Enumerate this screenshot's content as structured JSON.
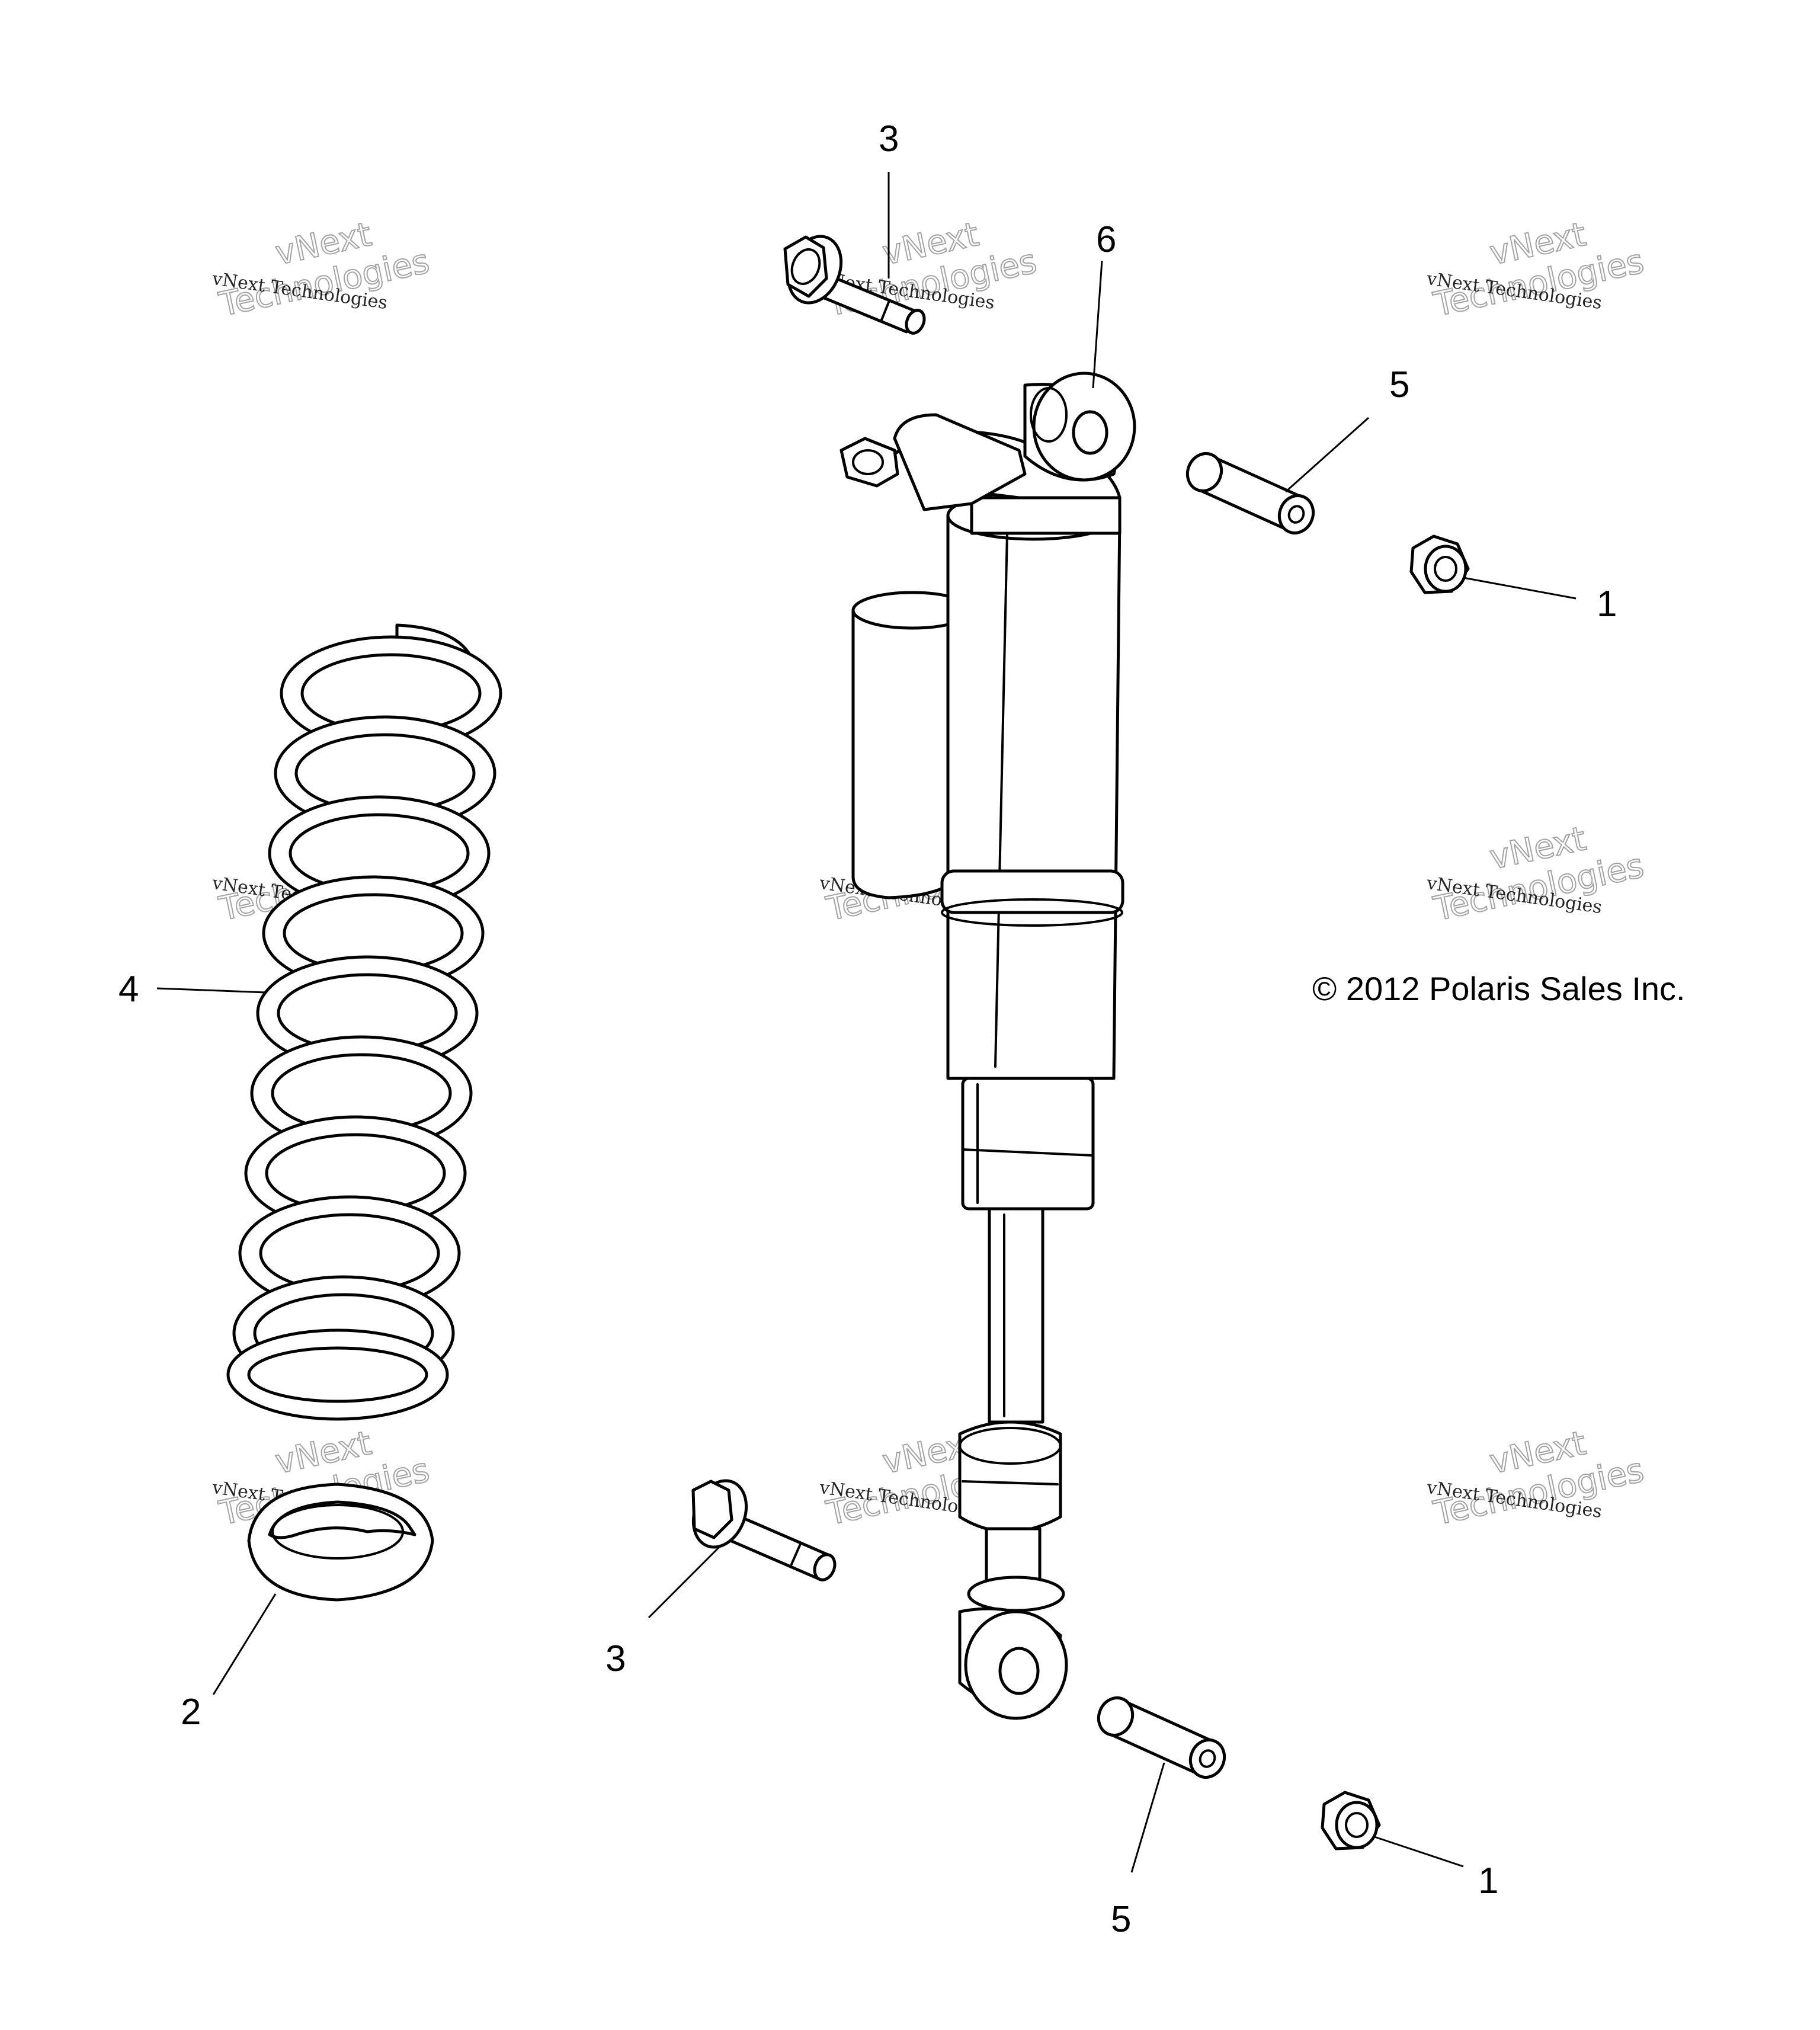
{
  "copyright": "© 2012 Polaris Sales Inc.",
  "watermark": {
    "line1": "vNext Technologies",
    "line2": "vNext",
    "line3": "Technologies"
  },
  "callouts": {
    "bolt_upper": "3",
    "shock": "6",
    "bushing_upper": "5",
    "nut_upper": "1",
    "spring": "4",
    "retainer": "2",
    "bolt_lower": "3",
    "bushing_lower": "5",
    "nut_lower": "1"
  },
  "colors": {
    "line": "#000000",
    "background": "#ffffff",
    "watermark": "#9a9a9a"
  }
}
